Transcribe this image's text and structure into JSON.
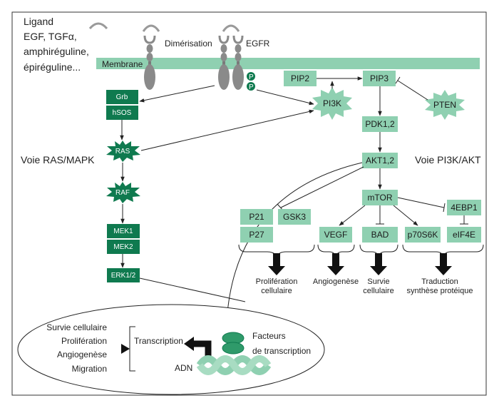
{
  "ligand": {
    "l1": "Ligand",
    "l2": "EGF, TGFα,",
    "l3": "amphiréguline,",
    "l4": "épiréguline..."
  },
  "labels": {
    "dimerisation": "Dimérisation",
    "egfr": "EGFR",
    "membrane": "Membrane",
    "voie_ras": "Voie RAS/MAPK",
    "voie_pi3k": "Voie PI3K/AKT",
    "p": "P"
  },
  "ras_path": {
    "grb": "Grb",
    "hsos": "hSOS",
    "ras": "RAS",
    "raf": "RAF",
    "mek1": "MEK1",
    "mek2": "MEK2",
    "erk": "ERK1/2"
  },
  "pi3k_path": {
    "pip2": "PIP2",
    "pip3": "PIP3",
    "pi3k": "PI3K",
    "pten": "PTEN",
    "pdk": "PDK1,2",
    "akt": "AKT1,2",
    "mtor": "mTOR",
    "p21": "P21",
    "gsk3": "GSK3",
    "p27": "P27",
    "vegf": "VEGF",
    "bad": "BAD",
    "p70s6k": "p70S6K",
    "ebp1": "4EBP1",
    "eif4e": "eIF4E"
  },
  "outcomes": {
    "prolif1": "Prolifération",
    "prolif2": "cellulaire",
    "angio": "Angiogenèse",
    "survie1": "Survie",
    "survie2": "cellulaire",
    "trad1": "Traduction",
    "trad2": "synthèse protéique"
  },
  "nucleus": {
    "survie": "Survie cellulaire",
    "prolif": "Prolifération",
    "angio": "Angiogenèse",
    "migration": "Migration",
    "transcription": "Transcription",
    "adn": "ADN",
    "facteurs1": "Facteurs",
    "facteurs2": "de transcription"
  },
  "colors": {
    "accent_light": "#8fd0b1",
    "accent_dark": "#0f7a4f",
    "receptor": "#8a8a8a"
  }
}
